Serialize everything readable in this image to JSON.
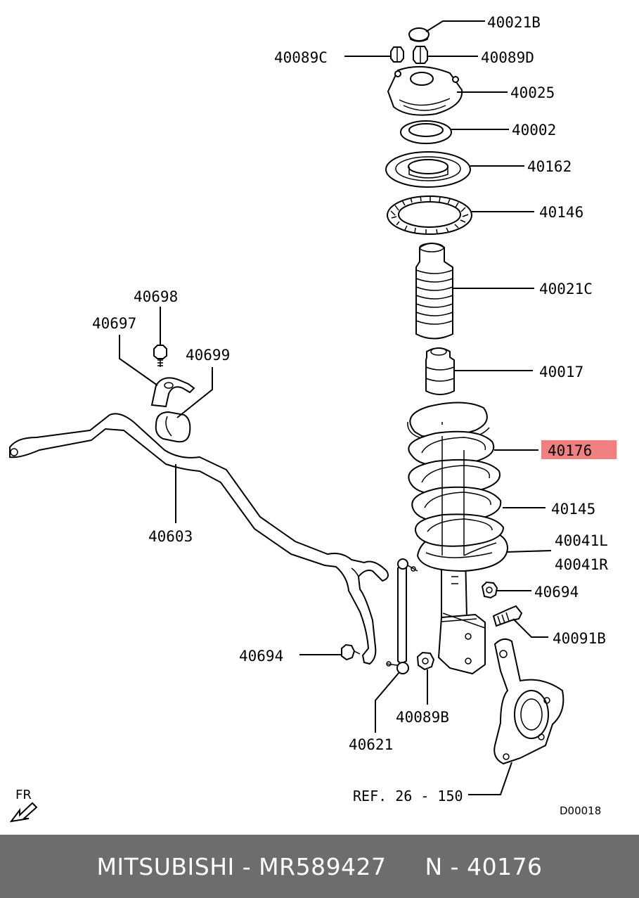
{
  "diagram": {
    "doc_id": "D00018",
    "direction_label": "FR",
    "highlight_color": "#f08080",
    "part_numbers": {
      "p40021B": "40021B",
      "p40089C": "40089C",
      "p40089D": "40089D",
      "p40025": "40025",
      "p40002": "40002",
      "p40162": "40162",
      "p40146": "40146",
      "p40021C": "40021C",
      "p40017": "40017",
      "p40176": "40176",
      "p40145": "40145",
      "p40041L": "40041L",
      "p40041R": "40041R",
      "p40694a": "40694",
      "p40091B": "40091B",
      "p40694b": "40694",
      "p40089B": "40089B",
      "p40621": "40621",
      "p40698": "40698",
      "p40697": "40697",
      "p40699": "40699",
      "p40603": "40603",
      "ref": "REF. 26 - 150"
    }
  },
  "footer": {
    "brand": "MITSUBISHI",
    "sep1": " - ",
    "part_number": "MR589427",
    "gap": "     ",
    "n_label": "N",
    "sep2": " - ",
    "n_value": "40176"
  }
}
